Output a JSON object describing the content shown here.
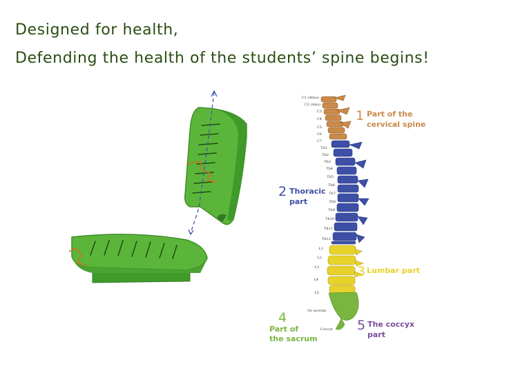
{
  "headline": {
    "line1": "Designed for health,",
    "line2": "Defending the health of the students’ spine begins!"
  },
  "colors": {
    "headline": "#2c4d12",
    "seat_green": "#5bb53a",
    "cervical": "#c98a4a",
    "thoracic": "#3e4fa6",
    "lumbar": "#e7d22c",
    "sacrum": "#7ab540",
    "coccyx": "#7a4c9a"
  },
  "spine": {
    "vertebra_labels": [
      "C1 (Atlas)",
      "C2 (Axis)",
      "C3",
      "C4",
      "C5",
      "C6",
      "C7",
      "Th1",
      "Th2",
      "Th3",
      "Th4",
      "Th5",
      "Th6",
      "Th7",
      "Th8",
      "Th9",
      "Th10",
      "Th11",
      "Th12",
      "L1",
      "L2",
      "L3",
      "L4",
      "L5",
      "Os sacrum",
      "Coccyx"
    ],
    "sections": [
      {
        "number": "1",
        "line1": "Part of the",
        "line2": "cervical spine"
      },
      {
        "number": "2",
        "line1": "Thoracic",
        "line2": "part"
      },
      {
        "number": "3",
        "line1": "Lumbar part",
        "line2": ""
      },
      {
        "number": "4",
        "line1": "Part of",
        "line2": "the sacrum"
      },
      {
        "number": "5",
        "line1": "The coccyx",
        "line2": "part"
      }
    ]
  }
}
